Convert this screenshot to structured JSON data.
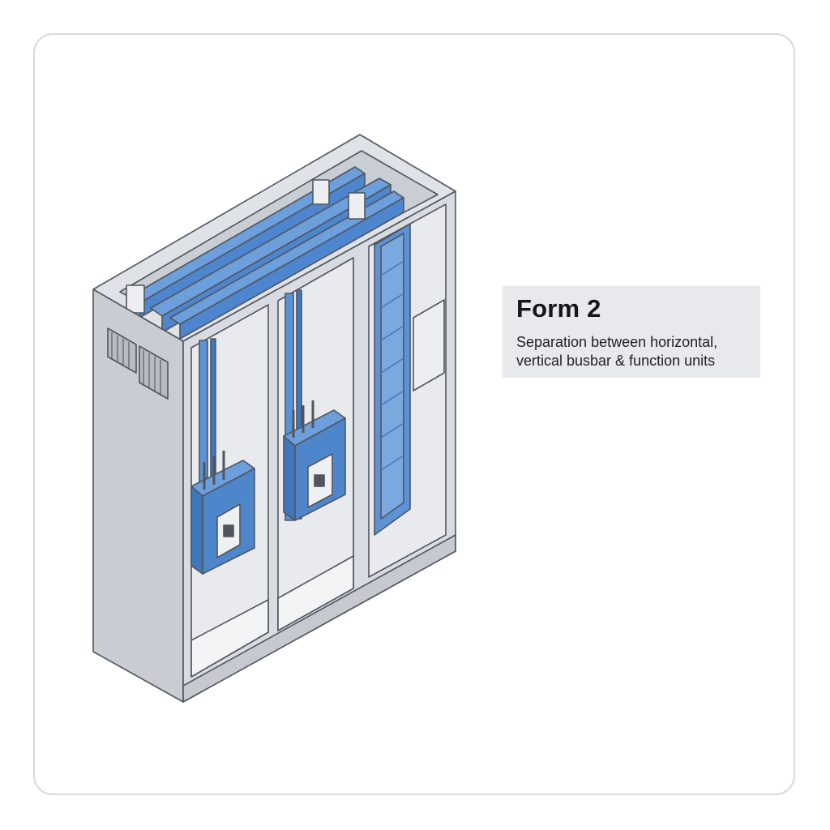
{
  "caption": {
    "title": "Form 2",
    "lines": [
      "Separation between horizontal,",
      "vertical busbar & function units"
    ]
  },
  "colors": {
    "cabinet": "#d8dbe1",
    "cabinet_side": "#c9ccd3",
    "cabinet_light": "#eceef1",
    "outline": "#50555e",
    "busbar": "#5b93d6",
    "busbar_dark": "#3f77bd",
    "breaker": "#4e86cc",
    "caption_bg": "#e8e9ec"
  },
  "diagram": {
    "subject": "switchgear-cabinet",
    "icons": [
      "vent-grille-icon",
      "circuit-breaker-icon",
      "busbar-icon"
    ]
  }
}
